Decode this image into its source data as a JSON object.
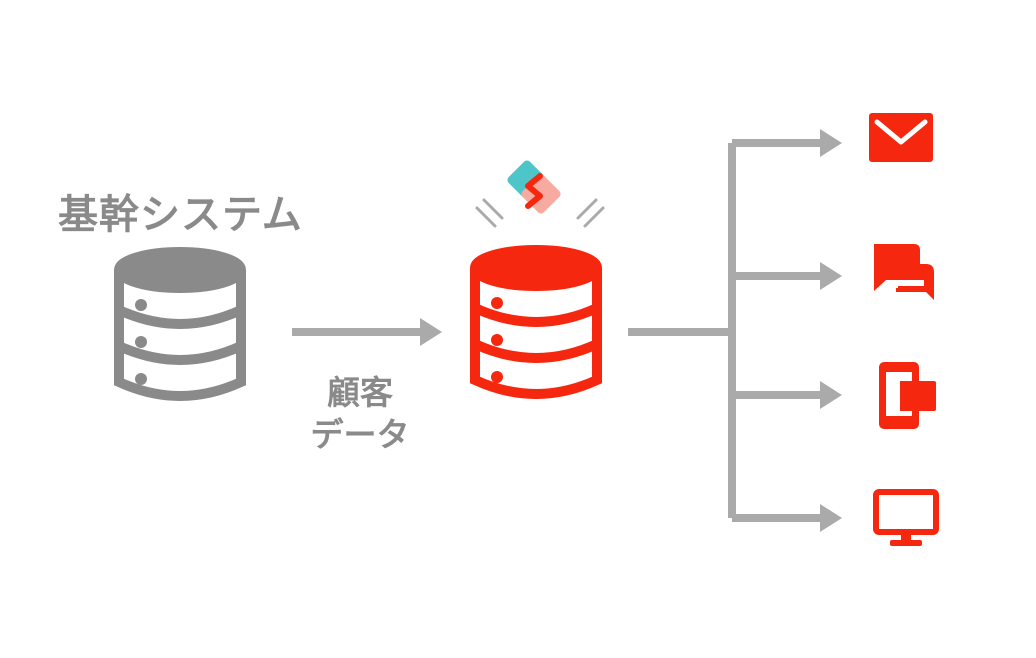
{
  "source_system": {
    "label": "基幹システム",
    "icon": "database-icon",
    "color": "#8a8a8a"
  },
  "edge": {
    "label_line1": "顧客",
    "label_line2": "データ"
  },
  "hub": {
    "icon": "database-icon",
    "logo": "hub-logo-icon",
    "color": "#f5280f"
  },
  "channels": [
    {
      "name": "email",
      "icon": "email-icon"
    },
    {
      "name": "chat",
      "icon": "chat-icon"
    },
    {
      "name": "mobile-app",
      "icon": "mobile-app-icon"
    },
    {
      "name": "web",
      "icon": "monitor-icon"
    }
  ],
  "colors": {
    "gray": "#8a8a8a",
    "arrow": "#aaaaaa",
    "red": "#f5280f",
    "teal": "#4ec5c8",
    "pink": "#f7aaa0"
  }
}
